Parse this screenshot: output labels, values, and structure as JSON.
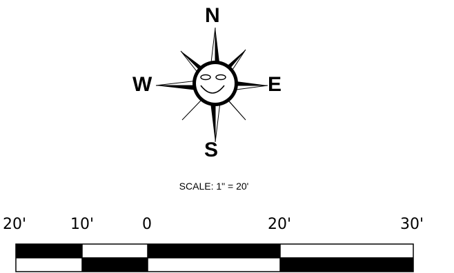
{
  "compass": {
    "north": "N",
    "south": "S",
    "west": "W",
    "east": "E"
  },
  "scale": {
    "label": "SCALE: 1\" = 20'",
    "ticks": [
      "20'",
      "10'",
      "0",
      "20'",
      "30'"
    ]
  },
  "colors": {
    "ink": "#000000",
    "paper": "#ffffff"
  }
}
